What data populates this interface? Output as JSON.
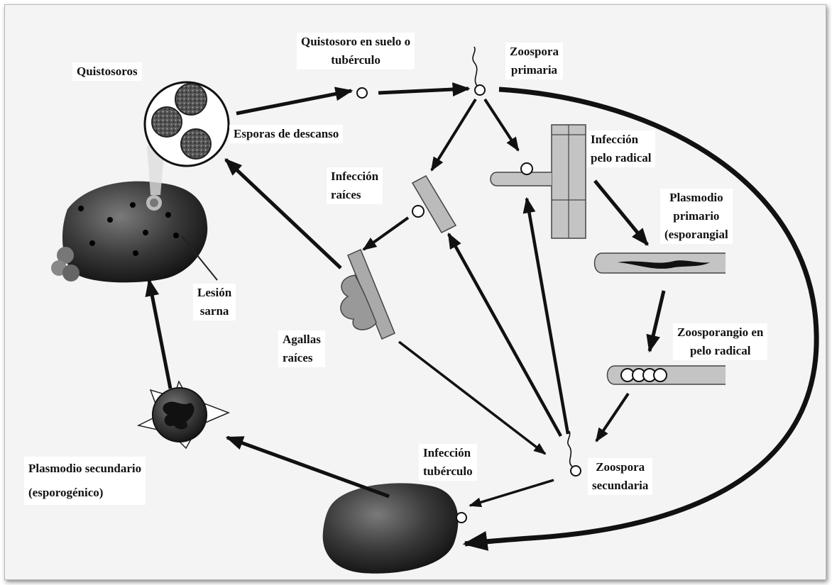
{
  "labels": {
    "quistosoros": "Quistosoros",
    "quistosoro_suelo": [
      "Quistosoro en suelo o",
      "tubérculo"
    ],
    "zoospora_primaria": [
      "Zoospora",
      "primaria"
    ],
    "esporas_descanso": "Esporas de descanso",
    "infeccion_raices": [
      "Infección",
      "raíces"
    ],
    "infeccion_pelo": [
      "Infección",
      "pelo radical"
    ],
    "plasmodio_primario": [
      "Plasmodio",
      "primario",
      "(esporangial"
    ],
    "lesion_sarna": [
      "Lesión",
      "sarna"
    ],
    "agallas_raices": [
      "Agallas",
      "raíces"
    ],
    "zoosporangio": [
      "Zoosporangio en",
      "pelo radical"
    ],
    "plasmodio_secundario": [
      "Plasmodio secundario",
      "(esporogénico)"
    ],
    "infeccion_tuberculo": [
      "Infección",
      "tubérculo"
    ],
    "zoospora_secundaria": [
      "Zoospora",
      "secundaria"
    ]
  }
}
